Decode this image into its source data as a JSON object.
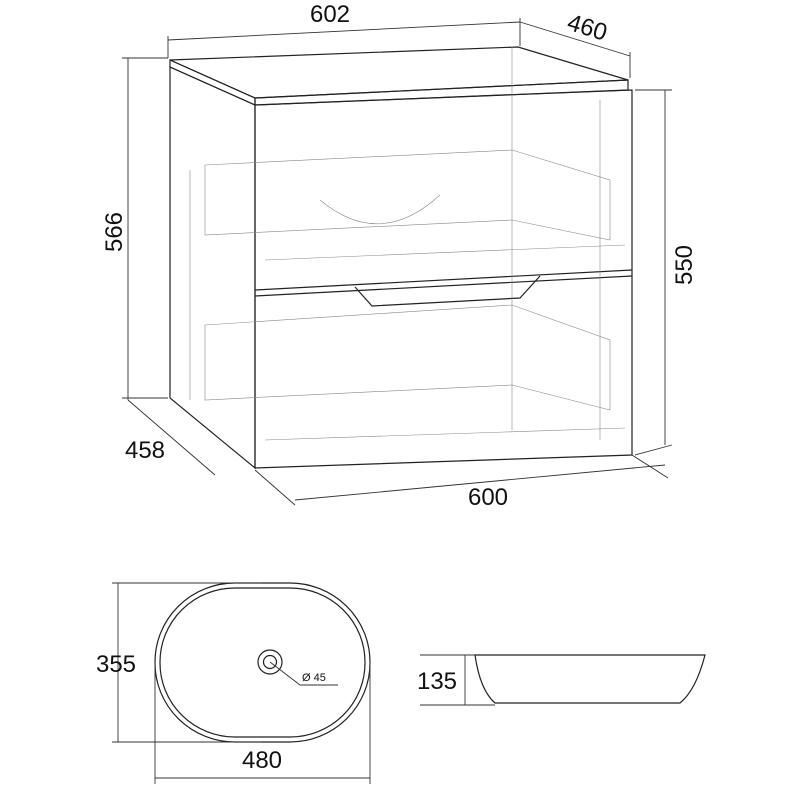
{
  "cabinet": {
    "dimensions": {
      "top_width": "602",
      "top_depth": "460",
      "total_height": "566",
      "body_height": "550",
      "body_depth": "458",
      "body_width": "600"
    }
  },
  "basin": {
    "dimensions": {
      "depth": "355",
      "width": "480",
      "drain_diameter": "Ø 45",
      "height": "135"
    }
  }
}
